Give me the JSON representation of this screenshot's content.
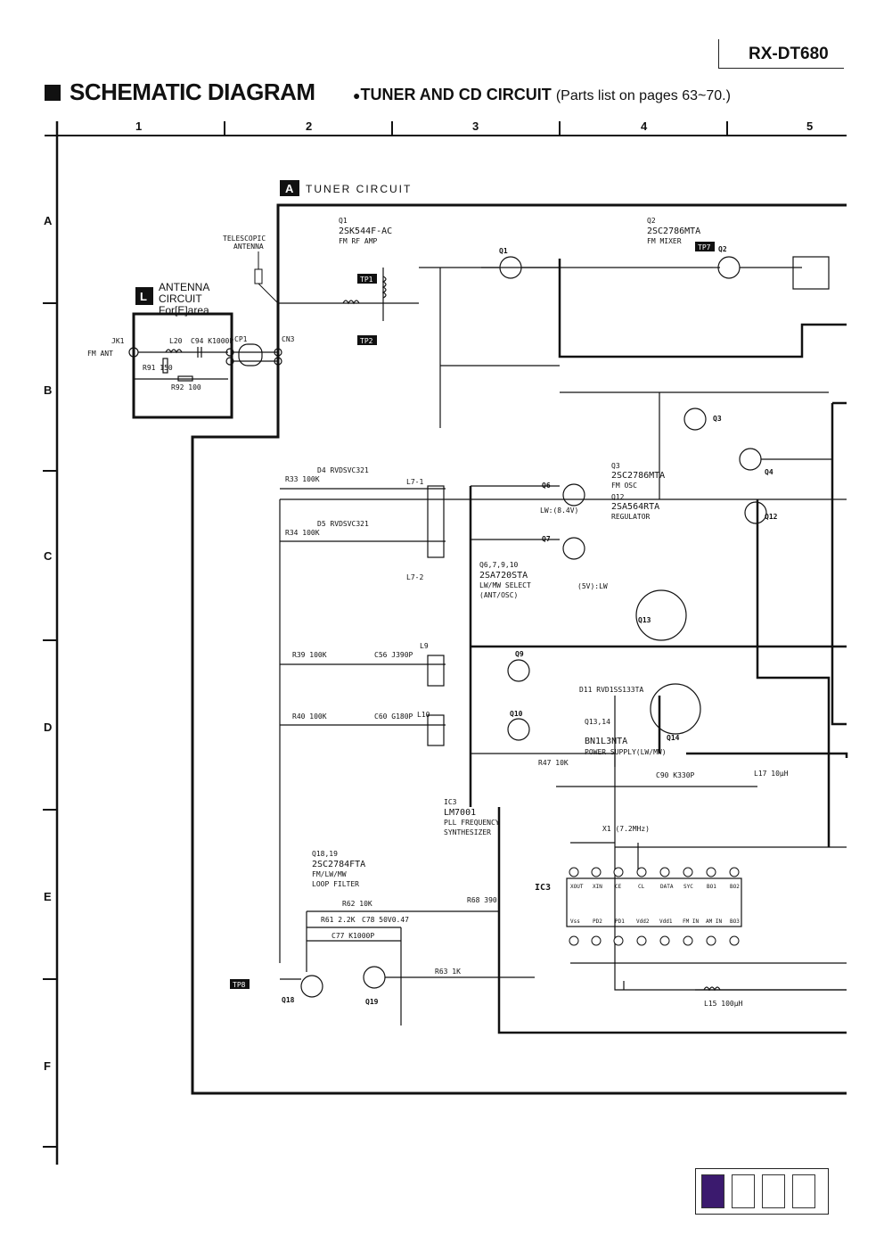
{
  "model": "RX-DT680",
  "header": {
    "title": "SCHEMATIC DIAGRAM",
    "subtitle": "TUNER AND CD CIRCUIT",
    "parts_note": "(Parts list on pages 63~70.)"
  },
  "grid": {
    "columns": [
      "1",
      "2",
      "3",
      "4",
      "5"
    ],
    "rows": [
      "A",
      "B",
      "C",
      "D",
      "E",
      "F"
    ]
  },
  "sections": {
    "tuner": {
      "badge": "A",
      "label": "TUNER CIRCUIT"
    },
    "antenna": {
      "badge": "L",
      "label1": "ANTENNA",
      "label2": "CIRCUIT",
      "label3": "For[E]area."
    }
  },
  "labels": {
    "telescopic": "TELESCOPIC",
    "antenna": "ANTENNA",
    "fm_ant": "FM ANT",
    "jk1": "JK1",
    "cp1": "CP1",
    "cn3": "CN3",
    "r91": "R91 150",
    "r92": "R92 100",
    "l20": "L20",
    "c94": "C94 K1000P",
    "q1_id": "Q1",
    "q1_part": "2SK544F-AC",
    "q1_func": "FM RF AMP",
    "q2_id": "Q2",
    "q2_part": "2SC2786MTA",
    "q2_func": "FM MIXER",
    "q3_id": "Q3",
    "q3_part": "2SC2786MTA",
    "q3_func": "FM OSC",
    "q12_id": "Q12",
    "q12_part": "2SA564RTA",
    "q12_func": "REGULATOR",
    "q6_group": "Q6,7,9,10",
    "q6_part": "2SA720STA",
    "q6_func1": "LW/MW SELECT",
    "q6_func2": "(ANT/OSC)",
    "q13_group": "Q13,14",
    "q13_part": "BN1L3NTA",
    "q13_func": "POWER SUPPLY(LW/MW)",
    "ic3_id": "IC3",
    "ic3_part": "LM7001",
    "ic3_func1": "PLL FREQUENCY",
    "ic3_func2": "SYNTHESIZER",
    "q18_group": "Q18,19",
    "q18_part": "2SC2784FTA",
    "q18_func1": "FM/LW/MW",
    "q18_func2": "LOOP FILTER",
    "tp1": "TP1",
    "tp2": "TP2",
    "tp7": "TP7",
    "tp8": "TP8",
    "q4": "Q4",
    "q6": "Q6",
    "q7": "Q7",
    "q9": "Q9",
    "q10": "Q10",
    "q13": "Q13",
    "q14": "Q14",
    "q18": "Q18",
    "q19": "Q19",
    "x1": "X1 (7.2MHz)",
    "l15": "L15 100μH",
    "l17": "L17 10μH",
    "c90": "C90 K330P",
    "r63": "R63 1K",
    "r68": "R68 390",
    "r62": "R62 10K",
    "r61": "R61 2.2K",
    "c78": "C78 50V0.47",
    "c77": "C77 K1000P",
    "r47": "R47 10K",
    "d11": "D11 RVD1SS133TA",
    "d4": "D4 RVDSVC321",
    "d5": "D5 RVDSVC321",
    "r33": "R33 100K",
    "r34": "R34 100K",
    "r39": "R39 100K",
    "r40": "R40 100K",
    "c56": "C56 J390P",
    "c60": "C60 G180P",
    "l7_1": "L7-1",
    "l7_2": "L7-2",
    "l9": "L9",
    "l10": "L10",
    "lw_84v": "LW:(8.4V)",
    "v5_lw": "(5V):LW"
  },
  "ic3_pins_top": [
    "XOUT",
    "XIN",
    "CE",
    "CL",
    "DATA",
    "SYC",
    "BO1",
    "BO2"
  ],
  "ic3_pins_bottom": [
    "Vss",
    "PD2",
    "PD1",
    "Vdd2",
    "Vdd1",
    "FM IN",
    "AM IN",
    "BO3"
  ],
  "page_nav": {
    "active_index": 0,
    "count": 4
  }
}
